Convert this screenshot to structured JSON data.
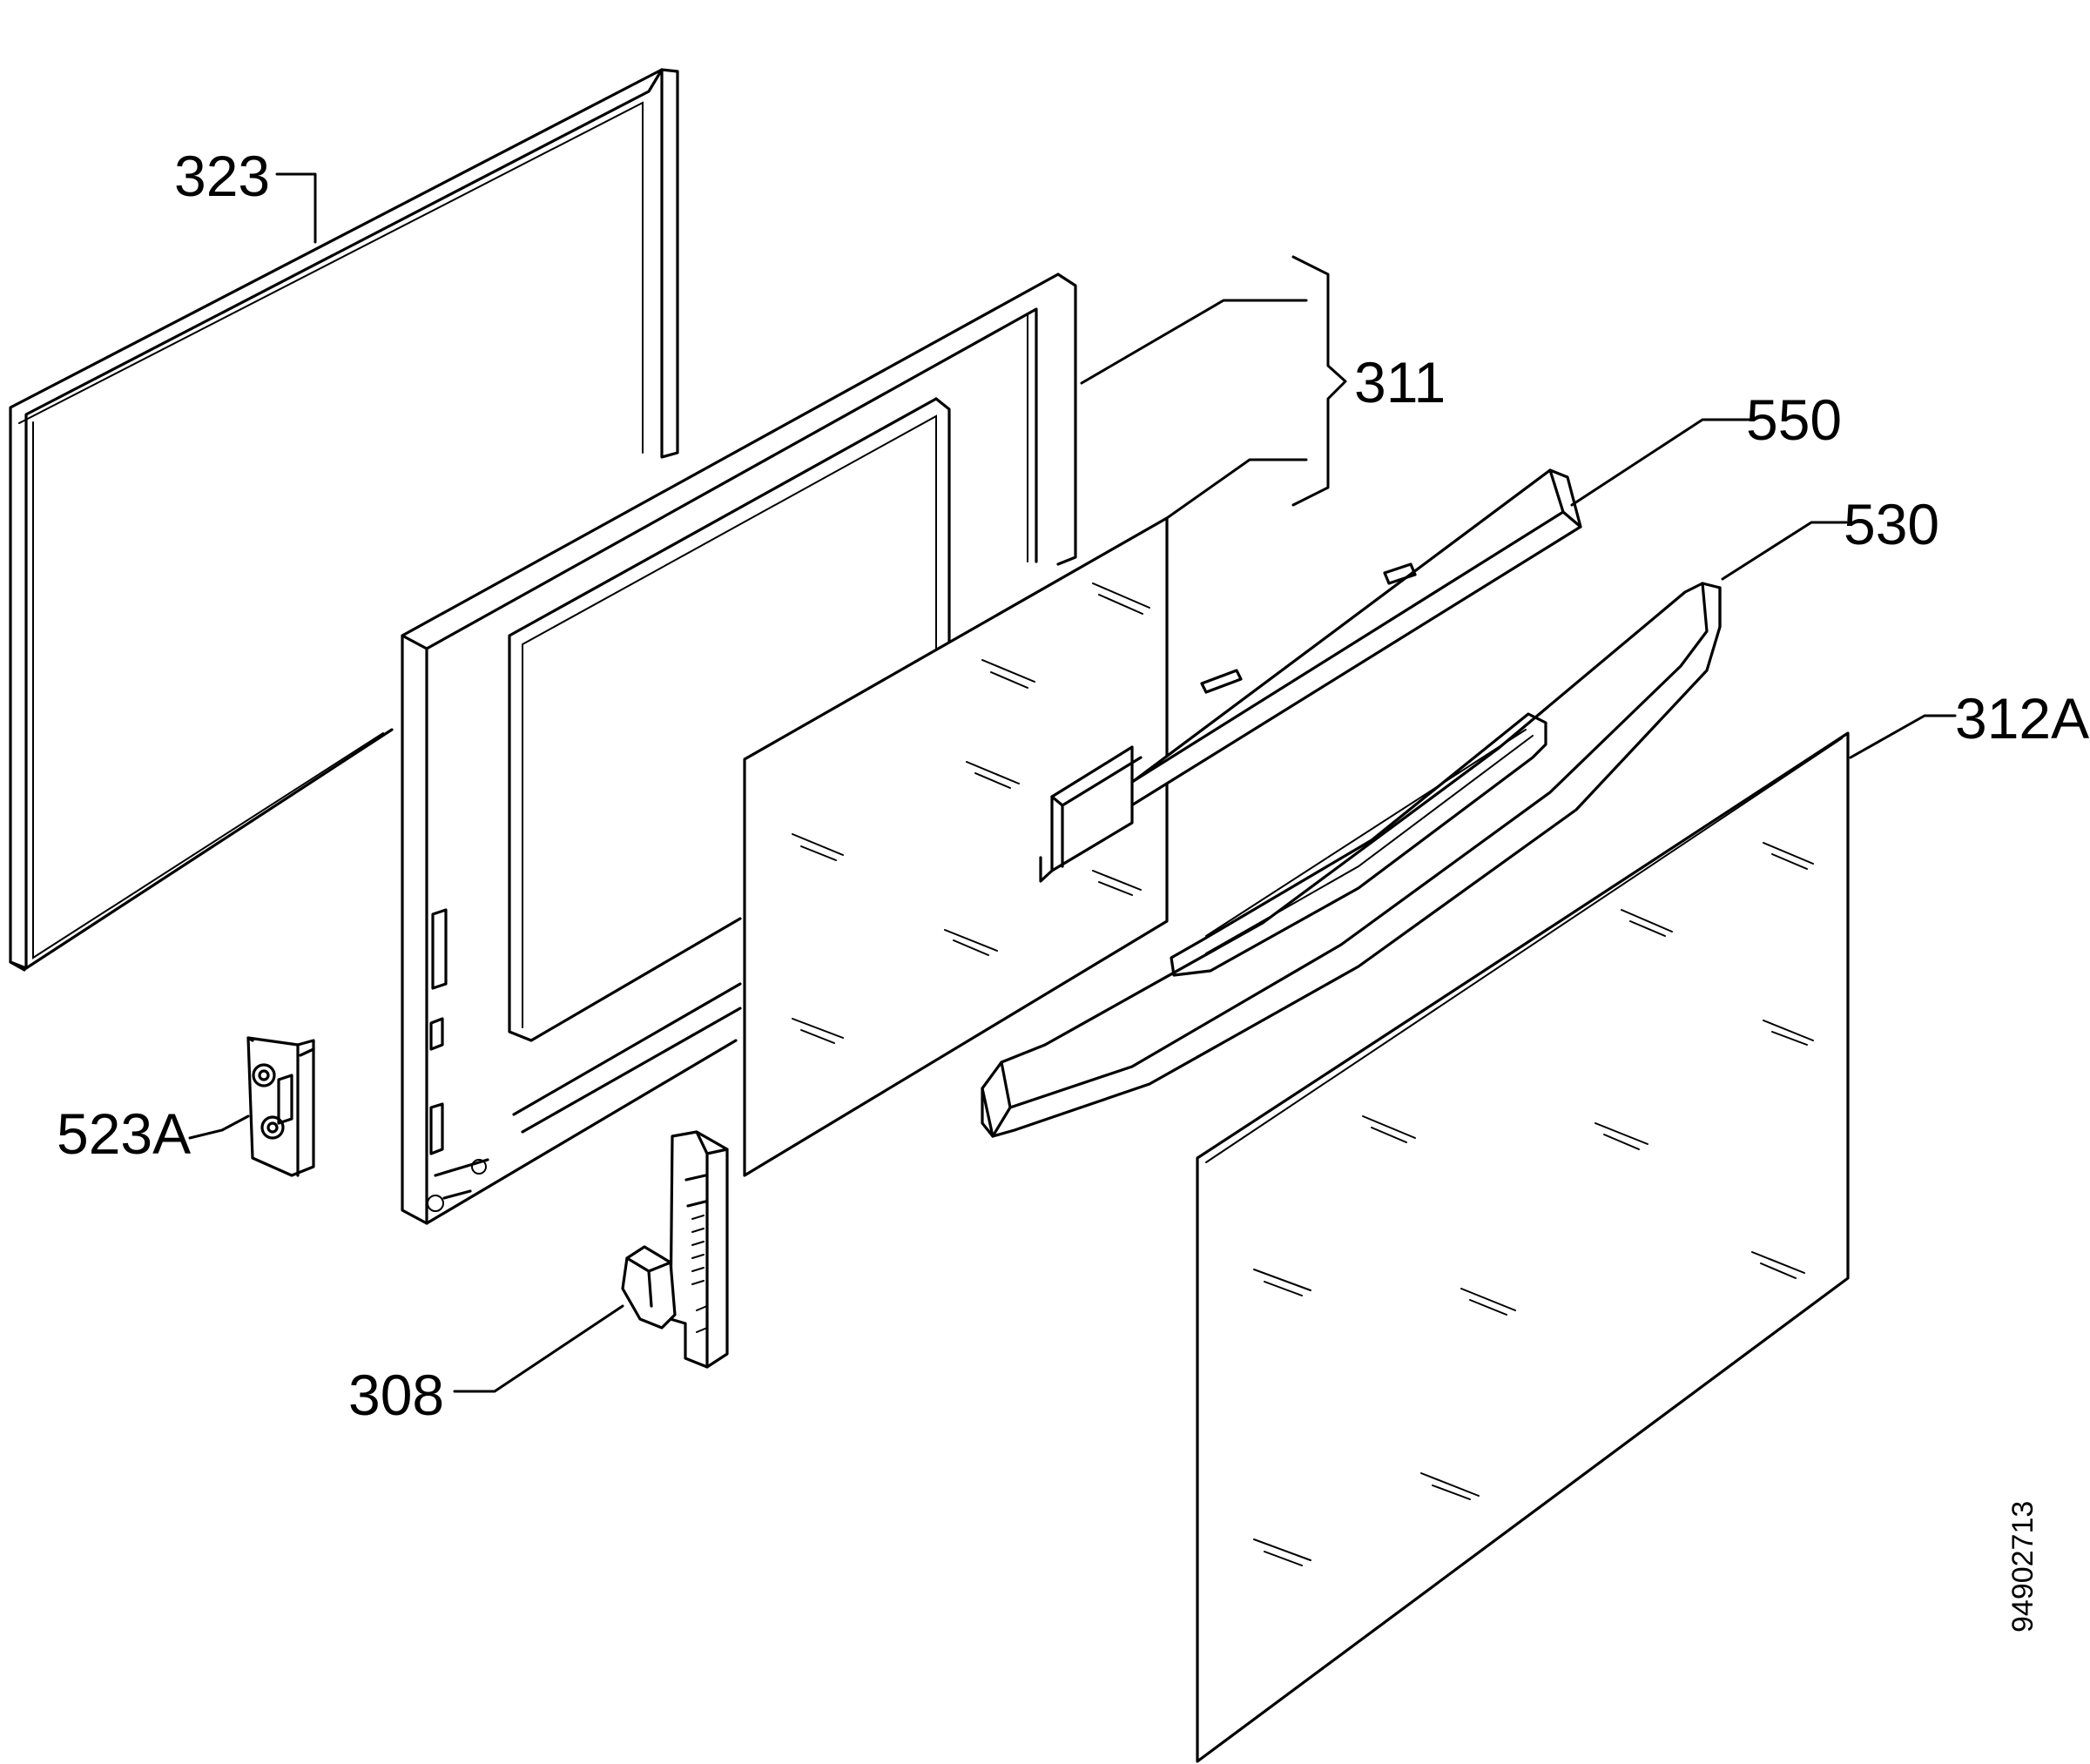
{
  "diagram": {
    "callouts": [
      {
        "id": "323",
        "text": "323"
      },
      {
        "id": "311",
        "text": "311"
      },
      {
        "id": "550",
        "text": "550"
      },
      {
        "id": "530",
        "text": "530"
      },
      {
        "id": "312A",
        "text": "312A"
      },
      {
        "id": "523A",
        "text": "523A"
      },
      {
        "id": "308",
        "text": "308"
      }
    ],
    "document_number": "94902713"
  }
}
